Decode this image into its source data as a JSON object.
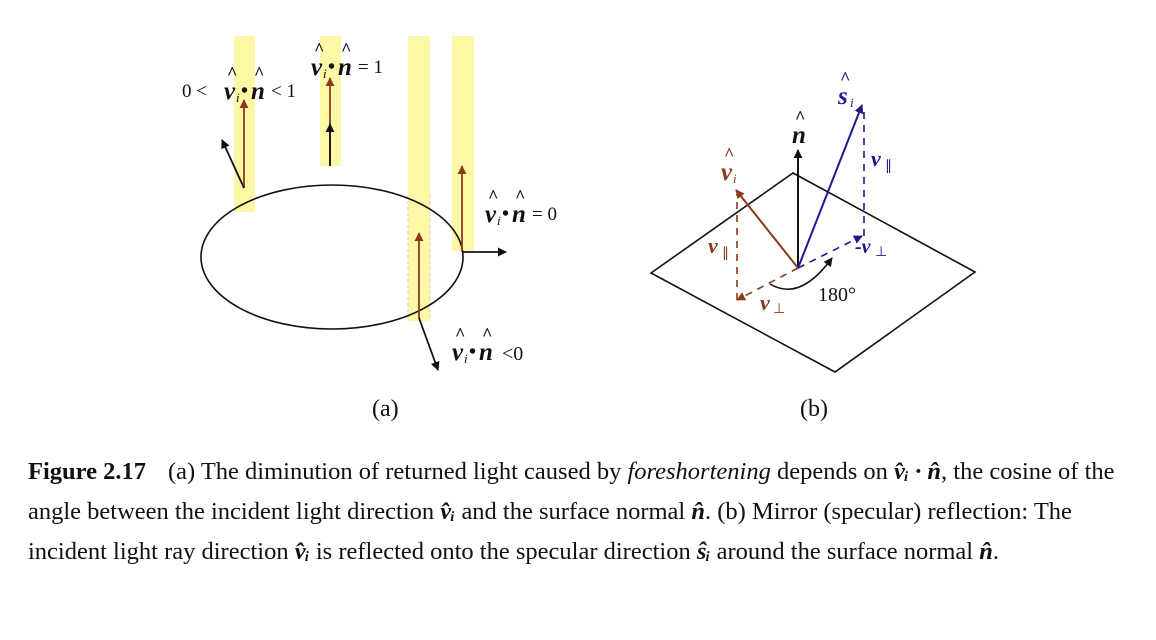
{
  "panel_a": {
    "label": "(a)",
    "eq_one": "= 1",
    "eq_between_left": "0 <",
    "eq_between_right": "< 1",
    "eq_zero": "= 0",
    "eq_negative": "<0"
  },
  "panel_b": {
    "label": "(b)",
    "angle": "180°"
  },
  "caption": {
    "number": "Figure 2.17",
    "part1": "(a) The diminution of returned light caused by ",
    "emph": "foreshortening",
    "part2": " depends on ",
    "part3": ", the cosine of the angle between the incident light direction ",
    "part4": " and the surface normal ",
    "part5": ". (b) Mirror (specular) reflection: The incident light ray direction ",
    "part6": " is reflected onto the specular direction ",
    "part7": " around the surface normal ",
    "part8": ".",
    "sym_vi_dot_n": "v̂ᵢ · n̂",
    "sym_vi": "v̂ᵢ",
    "sym_n": "n̂",
    "sym_si": "ŝᵢ"
  },
  "colors": {
    "highlight": "#fdf7a6",
    "incident": "#8a3a1a",
    "specular": "#1c1a8a",
    "black": "#111111"
  }
}
